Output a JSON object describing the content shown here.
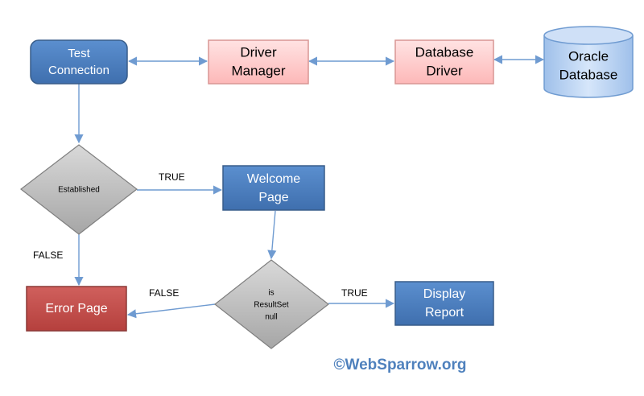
{
  "nodes": {
    "test_connection": {
      "line1": "Test",
      "line2": "Connection"
    },
    "driver_manager": {
      "line1": "Driver",
      "line2": "Manager"
    },
    "database_driver": {
      "line1": "Database",
      "line2": "Driver"
    },
    "oracle_database": {
      "line1": "Oracle",
      "line2": "Database"
    },
    "established": {
      "label": "Established"
    },
    "welcome_page": {
      "line1": "Welcome",
      "line2": "Page"
    },
    "is_resultset_null": {
      "line1": "is",
      "line2": "ResultSet",
      "line3": "null"
    },
    "error_page": {
      "label": "Error Page"
    },
    "display_report": {
      "line1": "Display",
      "line2": "Report"
    }
  },
  "edge_labels": {
    "established_true": "TRUE",
    "established_false": "FALSE",
    "resultset_false": "FALSE",
    "resultset_true": "TRUE"
  },
  "watermark": "©WebSparrow.org",
  "colors": {
    "blue_fill": "#4f81bd",
    "pink_fill": "#ffc7ce",
    "pink_stroke": "#d99694",
    "red_fill": "#c0504d",
    "diamond_fill": "#bfbfbf",
    "arrow": "#6f9bd1",
    "watermark": "#4f81bd"
  }
}
